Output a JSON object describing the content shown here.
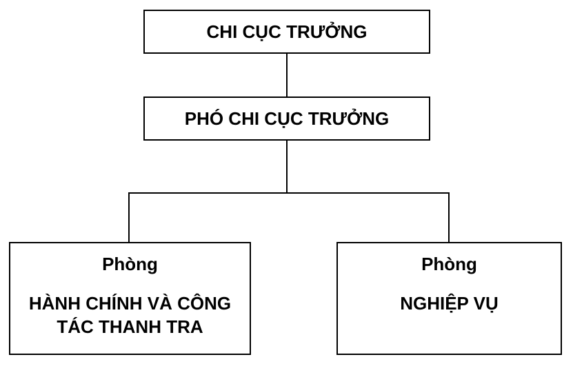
{
  "chart": {
    "root": {
      "title": "CHI CỤC TRƯỞNG"
    },
    "deputy": {
      "title": "PHÓ CHI CỤC TRƯỞNG"
    },
    "departments": [
      {
        "label": "Phòng",
        "name_lines": [
          "HÀNH CHÍNH VÀ CÔNG",
          "TÁC THANH TRA"
        ]
      },
      {
        "label": "Phòng",
        "name_lines": [
          "NGHIỆP VỤ"
        ]
      }
    ]
  }
}
